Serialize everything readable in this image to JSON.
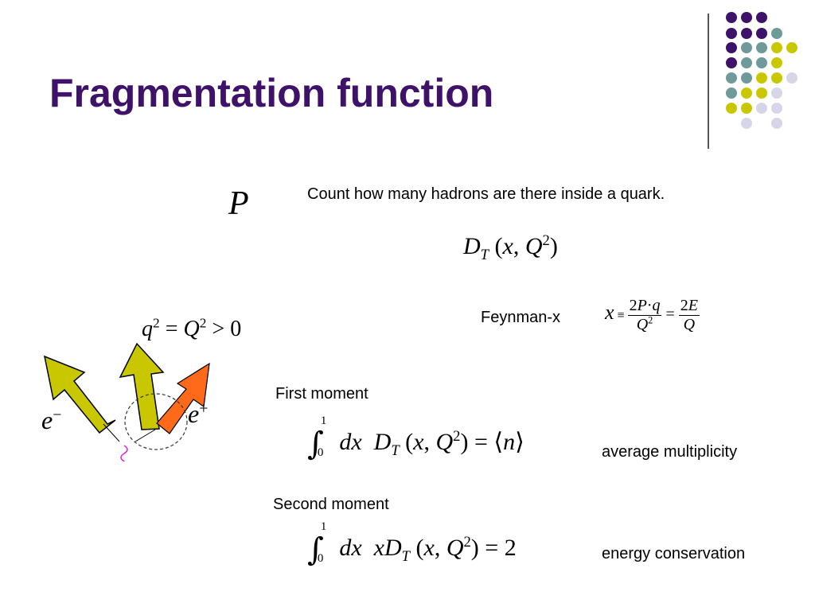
{
  "slide": {
    "title": "Fragmentation function",
    "description_text": "Count how many hadrons are there inside a quark.",
    "feynman_label": "Feynman-x",
    "first_moment_label": "First moment",
    "first_moment_meaning": "average multiplicity",
    "second_moment_label": "Second moment",
    "second_moment_meaning": "energy conservation"
  },
  "diagram": {
    "label_P": "P",
    "label_electron": "e",
    "electron_sign": "−",
    "label_positron": "e",
    "positron_sign": "+",
    "colors": {
      "hadron_arrow": "#c9c800",
      "leading_arrow": "#ff6a1a",
      "photon": "#e020e0",
      "lines": "#000000"
    }
  },
  "decor": {
    "dot_colors": [
      "#3d1268",
      "#6e9a9a",
      "#c9c800",
      "#d6d6e8"
    ]
  }
}
